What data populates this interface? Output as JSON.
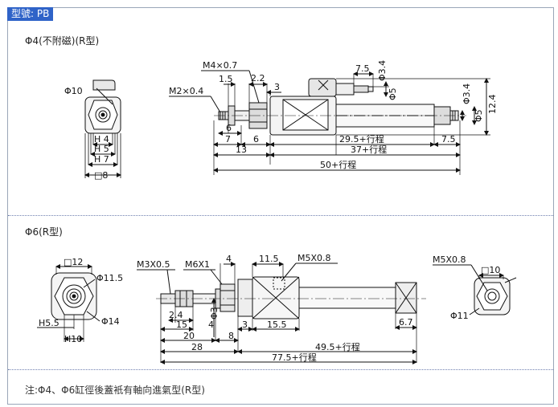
{
  "header": {
    "model_tag": "型號: PB"
  },
  "section1": {
    "title": "Φ4(不附磁)(R型)",
    "end_view": {
      "dia": "Φ10",
      "hex1": "H 4",
      "hex2": "H 5",
      "hex3": "H 7",
      "square": "□8"
    },
    "side_view": {
      "thread_small": "M2×0.4",
      "thread_nut": "M4×0.7",
      "d1_5": "1.5",
      "d2_2": "2.2",
      "d3": "3",
      "d7_5_top": "7.5",
      "dphi3_4_top": "Φ3.4",
      "dphi5_top": "Φ5",
      "dphi3_4_right": "Φ3.4",
      "dphi5_right": "Φ5",
      "d12_4": "12.4",
      "d6a": "6",
      "d7": "7",
      "d6b": "6",
      "d29_5": "29.5+行程",
      "d7_5_bottom": "7.5",
      "d13": "13",
      "d37": "37+行程",
      "d50": "50+行程"
    }
  },
  "section2": {
    "title": "Φ6(R型)",
    "end_view_left": {
      "square": "□12",
      "dia11_5": "Φ11.5",
      "dia14": "Φ14",
      "h5_5": "H5.5",
      "h10": "H10"
    },
    "side_view": {
      "thread_small": "M3X0.5",
      "thread_nut": "M6X1",
      "d4": "4",
      "d11_5": "11.5",
      "thread_port": "M5X0.8",
      "d2_4": "2.4",
      "d15a": "15",
      "d4b": "4",
      "dphi3": "Φ3",
      "d3": "3",
      "d15_5": "15.5",
      "d20": "20",
      "d8": "8",
      "d28": "28",
      "d6_7": "6.7",
      "d49_5": "49.5+行程",
      "d77_5": "77.5+行程"
    },
    "end_view_right": {
      "thread": "M5X0.8",
      "square": "□10",
      "dia11": "Φ11"
    }
  },
  "footer": {
    "note": "注:Φ4、Φ6缸徑後蓋衹有軸向進氣型(R型)"
  }
}
